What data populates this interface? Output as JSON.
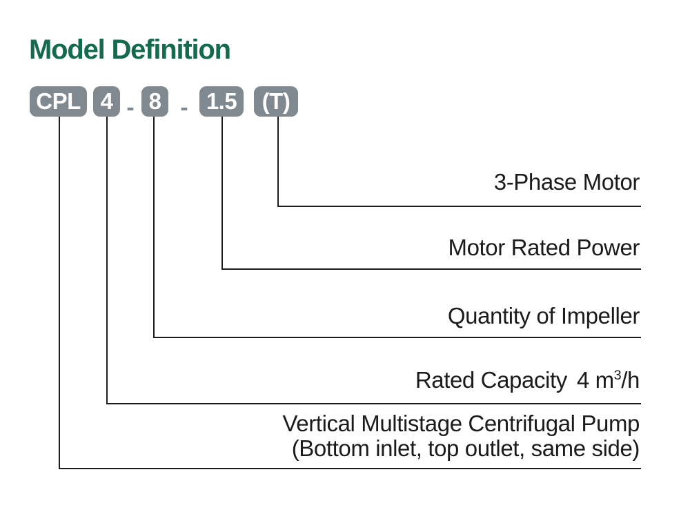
{
  "title": {
    "text": "Model Definition",
    "color": "#146a4d"
  },
  "model_code": {
    "separator": "-",
    "box_color": "#80898f",
    "text_color": "#ffffff",
    "segments": {
      "series": "CPL",
      "capacity": "4",
      "impeller": "8",
      "power": "1.5",
      "phase": "(T)"
    }
  },
  "callouts": {
    "phase": {
      "label": "3-Phase Motor",
      "code": "(T)"
    },
    "power": {
      "label": "Motor Rated Power",
      "code": "1.5"
    },
    "impeller": {
      "label": "Quantity of Impeller",
      "code": "8"
    },
    "capacity": {
      "label_prefix": "Rated Capacity",
      "value": "4 m",
      "sup": "3",
      "unit": "/h",
      "code": "4"
    },
    "pump": {
      "line1": "Vertical Multistage Centrifugal Pump",
      "line2": "(Bottom inlet, top outlet, same side)",
      "code": "CPL"
    }
  },
  "line_color": "#1b1b1b"
}
